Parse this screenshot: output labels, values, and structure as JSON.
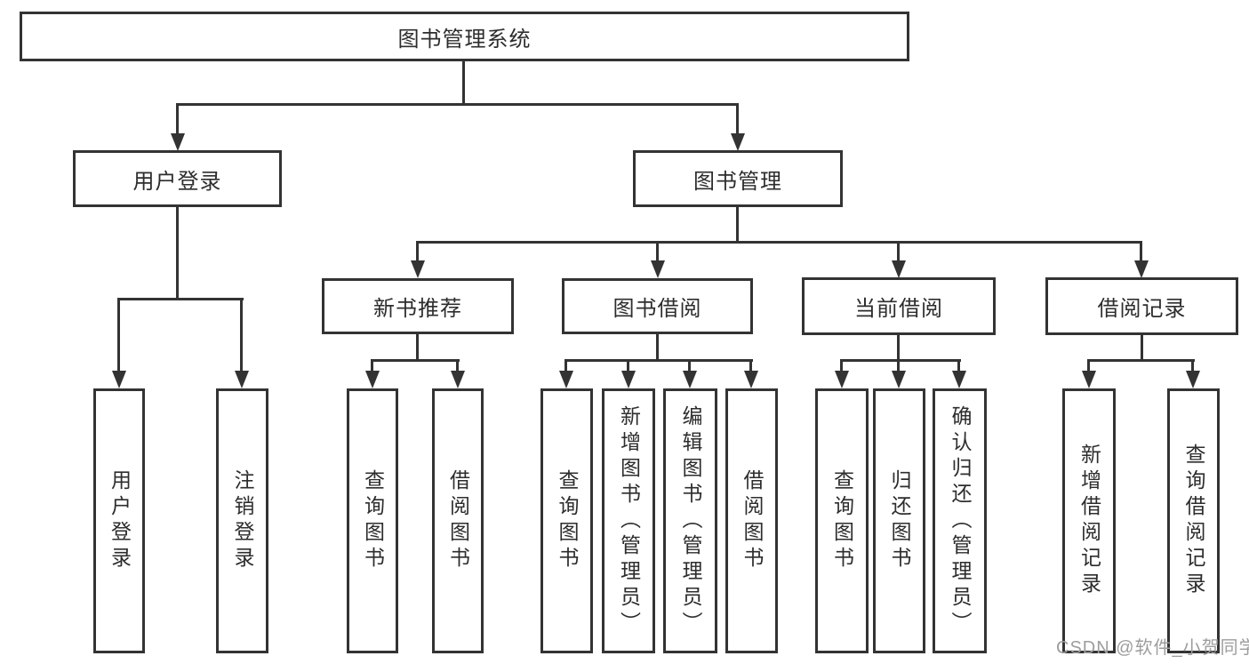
{
  "diagram": {
    "root": {
      "label": "图书管理系统"
    },
    "level2": [
      {
        "label": "用户登录"
      },
      {
        "label": "图书管理"
      }
    ],
    "level3": [
      {
        "label": "新书推荐",
        "parent": "图书管理"
      },
      {
        "label": "图书借阅",
        "parent": "图书管理"
      },
      {
        "label": "当前借阅",
        "parent": "图书管理"
      },
      {
        "label": "借阅记录",
        "parent": "图书管理"
      }
    ],
    "leaves": [
      {
        "label": "用户登录",
        "parent": "用户登录"
      },
      {
        "label": "注销登录",
        "parent": "用户登录"
      },
      {
        "label": "查询图书",
        "parent": "新书推荐"
      },
      {
        "label": "借阅图书",
        "parent": "新书推荐"
      },
      {
        "label": "查询图书",
        "parent": "图书借阅"
      },
      {
        "label": "新增图书（管理员）",
        "parent": "图书借阅"
      },
      {
        "label": "编辑图书（管理员）",
        "parent": "图书借阅"
      },
      {
        "label": "借阅图书",
        "parent": "图书借阅"
      },
      {
        "label": "查询图书",
        "parent": "当前借阅"
      },
      {
        "label": "归还图书",
        "parent": "当前借阅"
      },
      {
        "label": "确认归还（管理员）",
        "parent": "当前借阅"
      },
      {
        "label": "新增借阅记录",
        "parent": "借阅记录"
      },
      {
        "label": "查询借阅记录",
        "parent": "借阅记录"
      }
    ],
    "watermark": "CSDN @软件_小贺同学",
    "colors": {
      "line": "#333333",
      "text": "#2d2d2d",
      "watermark": "#9d9d9d",
      "background": "#ffffff"
    }
  }
}
